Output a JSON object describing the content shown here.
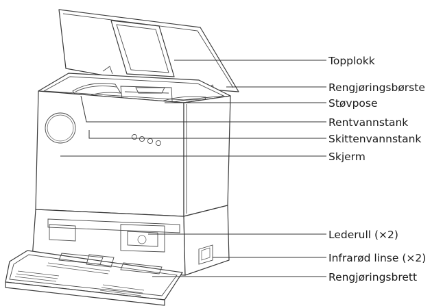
{
  "labels": {
    "top_lid": "Topplokk",
    "cleaning_brush": "Rengjøringsbørste",
    "dust_bag": "Støvpose",
    "clean_water_tank": "Rentvannstank",
    "dirty_water_tank": "Skittenvannstank",
    "screen": "Skjerm",
    "guide_roller": "Lederull (×2)",
    "infrared_lens": "Infrarød linse (×2)",
    "cleaning_tray": "Rengjøringsbrett"
  }
}
